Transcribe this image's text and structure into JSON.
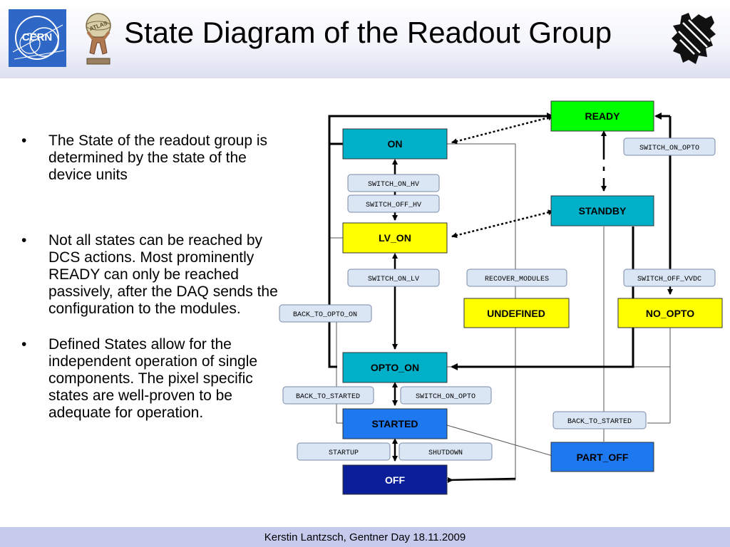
{
  "slide": {
    "title": "State Diagram of the Readout Group",
    "footer": "Kerstin Lantzsch, Gentner Day 18.11.2009",
    "logos": {
      "cern": "CERN",
      "atlas": "ATLAS"
    }
  },
  "bullets": [
    "The State of the readout group is determined by the state of the device units",
    "Not all states can be reached by DCS actions. Most prominently READY can only be reached passively, after the DAQ sends the configuration to the modules.",
    "Defined States allow for the independent operation of single components. The pixel specific states are well-proven to be adequate for operation."
  ],
  "diagram": {
    "states": {
      "ready": "READY",
      "on": "ON",
      "standby": "STANDBY",
      "lv_on": "LV_ON",
      "undefined": "UNDEFINED",
      "no_opto": "NO_OPTO",
      "opto_on": "OPTO_ON",
      "started": "STARTED",
      "part_off": "PART_OFF",
      "off": "OFF"
    },
    "state_colors": {
      "ready": "#00ff00",
      "on": "#00b0c8",
      "standby": "#00b0c8",
      "lv_on": "#ffff00",
      "undefined": "#ffff00",
      "no_opto": "#ffff00",
      "opto_on": "#00b0c8",
      "started": "#1e78f0",
      "part_off": "#1e78f0",
      "off": "#0a1e9a"
    },
    "transitions": {
      "switch_on_opto_ready": "SWITCH_ON_OPTO",
      "switch_on_hv": "SWITCH_ON_HV",
      "switch_off_hv": "SWITCH_OFF_HV",
      "switch_on_lv": "SWITCH_ON_LV",
      "recover_modules": "RECOVER_MODULES",
      "switch_off_vvdc": "SWITCH_OFF_VVDC",
      "back_to_opto_on": "BACK_TO_OPTO_ON",
      "back_to_started_left": "BACK_TO_STARTED",
      "switch_on_opto": "SWITCH_ON_OPTO",
      "back_to_started_right": "BACK_TO_STARTED",
      "startup": "STARTUP",
      "shutdown": "SHUTDOWN"
    }
  }
}
